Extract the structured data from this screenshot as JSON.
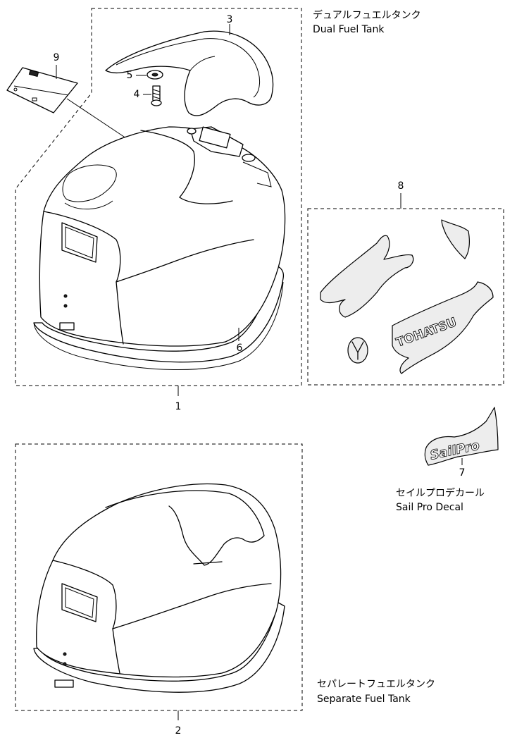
{
  "groups": {
    "dual": {
      "label_jp": "デュアルフュエルタンク",
      "label_en": "Dual Fuel Tank",
      "number": "1"
    },
    "separate": {
      "label_jp": "セパレートフュエルタンク",
      "label_en": "Separate Fuel Tank",
      "number": "2"
    },
    "decal8": {
      "number": "8"
    },
    "sailpro": {
      "label_jp": "セイルプロデカール",
      "label_en": "Sail Pro Decal",
      "number": "7"
    }
  },
  "callouts": {
    "p3": "3",
    "p4": "4",
    "p5": "5",
    "p6": "6",
    "p9": "9"
  },
  "decal_text": {
    "tohatsu": "TOHATSU",
    "sailpro_logo": "SailPro"
  }
}
